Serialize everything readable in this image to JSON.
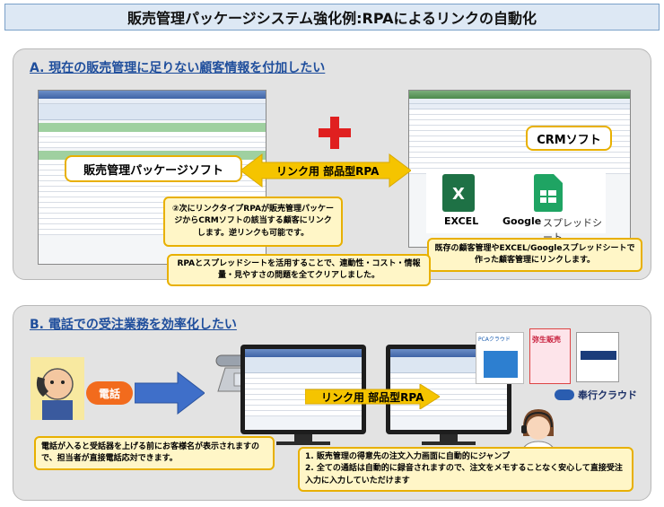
{
  "title": "販売管理パッケージシステム強化例:RPAによるリンクの自動化",
  "section_a": {
    "heading": "A. 現在の販売管理に足りない顧客情報を付加したい",
    "sales_label": "販売管理パッケージソフト",
    "crm_label": "CRMソフト",
    "link_label": "リンク用 部品型RPA",
    "excel_label": "EXCEL",
    "google_label": "Google",
    "sheets_label": "スプレッドシート",
    "callout_link": "②次にリンクタイプRPAが販売管理パッケージからCRMソフトの該当する顧客にリンクします。逆リンクも可能です。",
    "callout_existing": "既存の顧客管理やEXCEL/Googleスプレッドシートで作った顧客管理にリンクします。",
    "callout_clear": "RPAとスプレッドシートを活用することで、連動性・コスト・情報量・見やすさの問題を全てクリアしました。"
  },
  "section_b": {
    "heading": "B. 電話での受注業務を効率化したい",
    "phone_label": "電話",
    "link_label": "リンク用 部品型RPA",
    "callout_left": "電話が入ると受話器を上げる前にお客様名が表示されますので、担当者が直接電話応対できます。",
    "callout_right_1": "1. 販売管理の得意先の注文入力画面に自動的にジャンプ",
    "callout_right_2": "2. 全ての通話は自動的に録音されますので、注文をメモすることなく安心して直接受注入力に入力していただけます",
    "product_pca": "PCAクラウド",
    "product_yayoi": "弥生販売",
    "product_bugyo": "奉行クラウド"
  },
  "colors": {
    "heading_blue": "#1f4e9c",
    "arrow_yellow": "#f5c400",
    "arrow_blue": "#3f6fc9",
    "plus_red": "#e02020",
    "callout_border": "#e8b000",
    "callout_fill": "#fff6c7"
  }
}
